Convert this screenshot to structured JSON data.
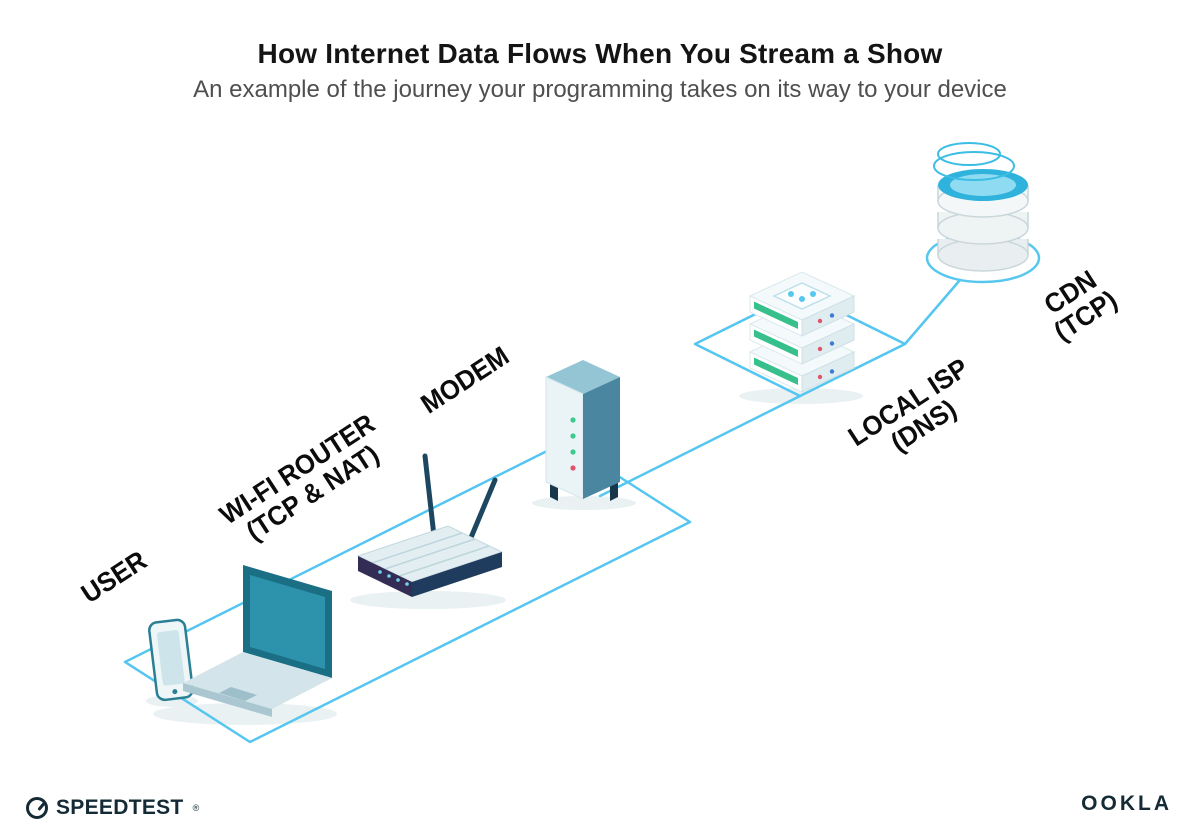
{
  "header": {
    "title": "How Internet Data Flows When You Stream a Show",
    "subtitle": "An example of the journey your programming takes on its way to your device"
  },
  "diagram": {
    "nodes": [
      {
        "id": "user",
        "label": "USER",
        "sublabel": ""
      },
      {
        "id": "wifi-router",
        "label": "WI-FI ROUTER",
        "sublabel": "(TCP & NAT)"
      },
      {
        "id": "modem",
        "label": "MODEM",
        "sublabel": ""
      },
      {
        "id": "local-isp",
        "label": "LOCAL ISP",
        "sublabel": "(DNS)"
      },
      {
        "id": "cdn",
        "label": "CDN",
        "sublabel": "(TCP)"
      }
    ],
    "flow_order": [
      "user",
      "wifi-router",
      "modem",
      "local-isp",
      "cdn"
    ],
    "colors": {
      "connection_line": "#55c6ef",
      "label_text": "#0c0c0c",
      "accent_teal": "#1b6f85",
      "led_green": "#3ec98e",
      "led_red": "#e0556b",
      "led_blue": "#3a7bd5"
    }
  },
  "footer": {
    "speedtest": "SPEEDTEST",
    "speedtest_mark": "®",
    "ookla": "OOKLA"
  }
}
